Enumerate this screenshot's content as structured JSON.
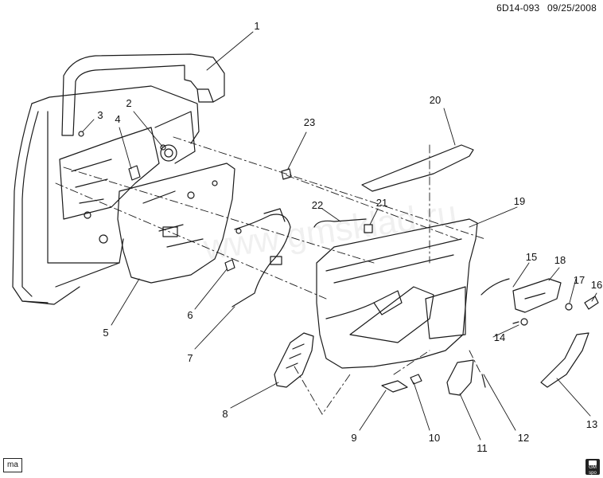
{
  "header": {
    "drawing_id": "6D14-093",
    "date": "09/25/2008"
  },
  "watermark": "www.gmsklad.ru",
  "badges": {
    "ma": "ma",
    "spo": "GM\nspo"
  },
  "callouts": [
    "1",
    "2",
    "3",
    "4",
    "5",
    "6",
    "7",
    "8",
    "9",
    "10",
    "11",
    "12",
    "13",
    "14",
    "15",
    "16",
    "17",
    "18",
    "19",
    "20",
    "21",
    "22",
    "23"
  ],
  "colors": {
    "line": "#1a1a1a",
    "background": "#ffffff"
  }
}
